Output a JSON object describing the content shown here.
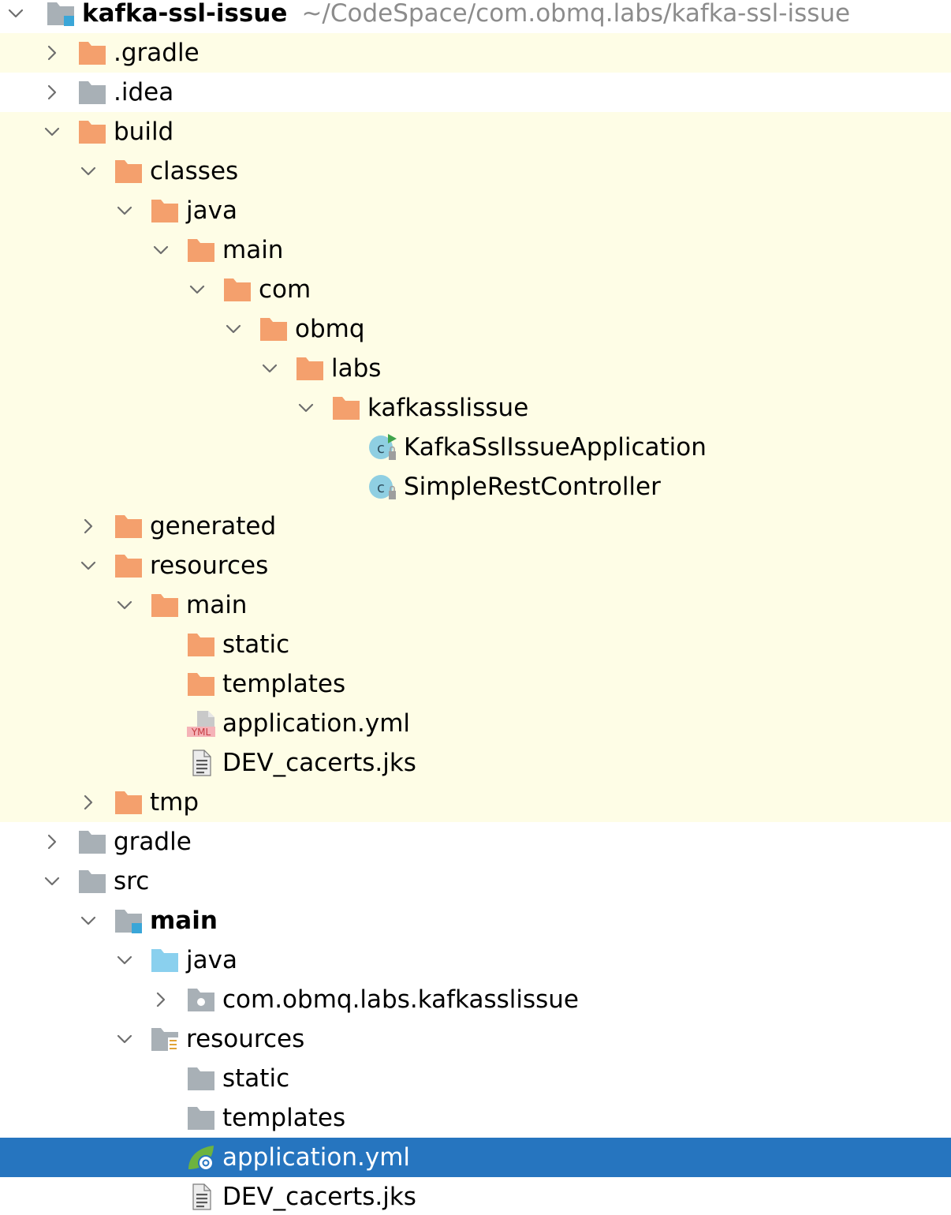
{
  "colors": {
    "excluded_background": "#fefde6",
    "selected_background": "#2675bf",
    "orange_folder": "#f4a06d",
    "gray_folder": "#a8b0b6",
    "source_folder": "#8ad0ee",
    "module_marker": "#3aa6d8"
  },
  "tree": {
    "root": {
      "label": "kafka-ssl-issue",
      "path": "~/CodeSpace/com.obmq.labs/kafka-ssl-issue",
      "expanded": true,
      "icon": "module-folder-icon"
    },
    "rows": [
      {
        "label": ".gradle",
        "depth": 1,
        "state": "collapsed",
        "icon": "folder-excluded-icon",
        "excluded": true
      },
      {
        "label": ".idea",
        "depth": 1,
        "state": "collapsed",
        "icon": "folder-icon",
        "excluded": false
      },
      {
        "label": "build",
        "depth": 1,
        "state": "expanded",
        "icon": "folder-excluded-icon",
        "excluded": true
      },
      {
        "label": "classes",
        "depth": 2,
        "state": "expanded",
        "icon": "folder-excluded-icon",
        "excluded": true
      },
      {
        "label": "java",
        "depth": 3,
        "state": "expanded",
        "icon": "folder-excluded-icon",
        "excluded": true
      },
      {
        "label": "main",
        "depth": 4,
        "state": "expanded",
        "icon": "folder-excluded-icon",
        "excluded": true
      },
      {
        "label": "com",
        "depth": 5,
        "state": "expanded",
        "icon": "folder-excluded-icon",
        "excluded": true
      },
      {
        "label": "obmq",
        "depth": 6,
        "state": "expanded",
        "icon": "folder-excluded-icon",
        "excluded": true
      },
      {
        "label": "labs",
        "depth": 7,
        "state": "expanded",
        "icon": "folder-excluded-icon",
        "excluded": true
      },
      {
        "label": "kafkasslissue",
        "depth": 8,
        "state": "expanded",
        "icon": "folder-excluded-icon",
        "excluded": true
      },
      {
        "label": "KafkaSslIssueApplication",
        "depth": 9,
        "state": "leaf",
        "icon": "runnable-class-icon",
        "excluded": true
      },
      {
        "label": "SimpleRestController",
        "depth": 9,
        "state": "leaf",
        "icon": "class-icon",
        "excluded": true
      },
      {
        "label": "generated",
        "depth": 2,
        "state": "collapsed",
        "icon": "folder-excluded-icon",
        "excluded": true
      },
      {
        "label": "resources",
        "depth": 2,
        "state": "expanded",
        "icon": "folder-excluded-icon",
        "excluded": true
      },
      {
        "label": "main",
        "depth": 3,
        "state": "expanded",
        "icon": "folder-excluded-icon",
        "excluded": true
      },
      {
        "label": "static",
        "depth": 4,
        "state": "leaf",
        "icon": "folder-excluded-icon",
        "excluded": true
      },
      {
        "label": "templates",
        "depth": 4,
        "state": "leaf",
        "icon": "folder-excluded-icon",
        "excluded": true
      },
      {
        "label": "application.yml",
        "depth": 4,
        "state": "leaf",
        "icon": "yml-file-icon",
        "excluded": true
      },
      {
        "label": "DEV_cacerts.jks",
        "depth": 4,
        "state": "leaf",
        "icon": "text-file-icon",
        "excluded": true
      },
      {
        "label": "tmp",
        "depth": 2,
        "state": "collapsed",
        "icon": "folder-excluded-icon",
        "excluded": true
      },
      {
        "label": "gradle",
        "depth": 1,
        "state": "collapsed",
        "icon": "folder-icon",
        "excluded": false
      },
      {
        "label": "src",
        "depth": 1,
        "state": "expanded",
        "icon": "folder-icon",
        "excluded": false
      },
      {
        "label": "main",
        "depth": 2,
        "state": "expanded",
        "icon": "module-folder-icon",
        "excluded": false,
        "bold": true
      },
      {
        "label": "java",
        "depth": 3,
        "state": "expanded",
        "icon": "source-folder-icon",
        "excluded": false
      },
      {
        "label": "com.obmq.labs.kafkasslissue",
        "depth": 4,
        "state": "collapsed",
        "icon": "package-icon",
        "excluded": false
      },
      {
        "label": "resources",
        "depth": 3,
        "state": "expanded",
        "icon": "resources-folder-icon",
        "excluded": false
      },
      {
        "label": "static",
        "depth": 4,
        "state": "leaf",
        "icon": "folder-icon",
        "excluded": false
      },
      {
        "label": "templates",
        "depth": 4,
        "state": "leaf",
        "icon": "folder-icon",
        "excluded": false
      },
      {
        "label": "application.yml",
        "depth": 4,
        "state": "leaf",
        "icon": "spring-config-icon",
        "excluded": false,
        "selected": true
      },
      {
        "label": "DEV_cacerts.jks",
        "depth": 4,
        "state": "leaf",
        "icon": "text-file-icon",
        "excluded": false
      }
    ]
  }
}
